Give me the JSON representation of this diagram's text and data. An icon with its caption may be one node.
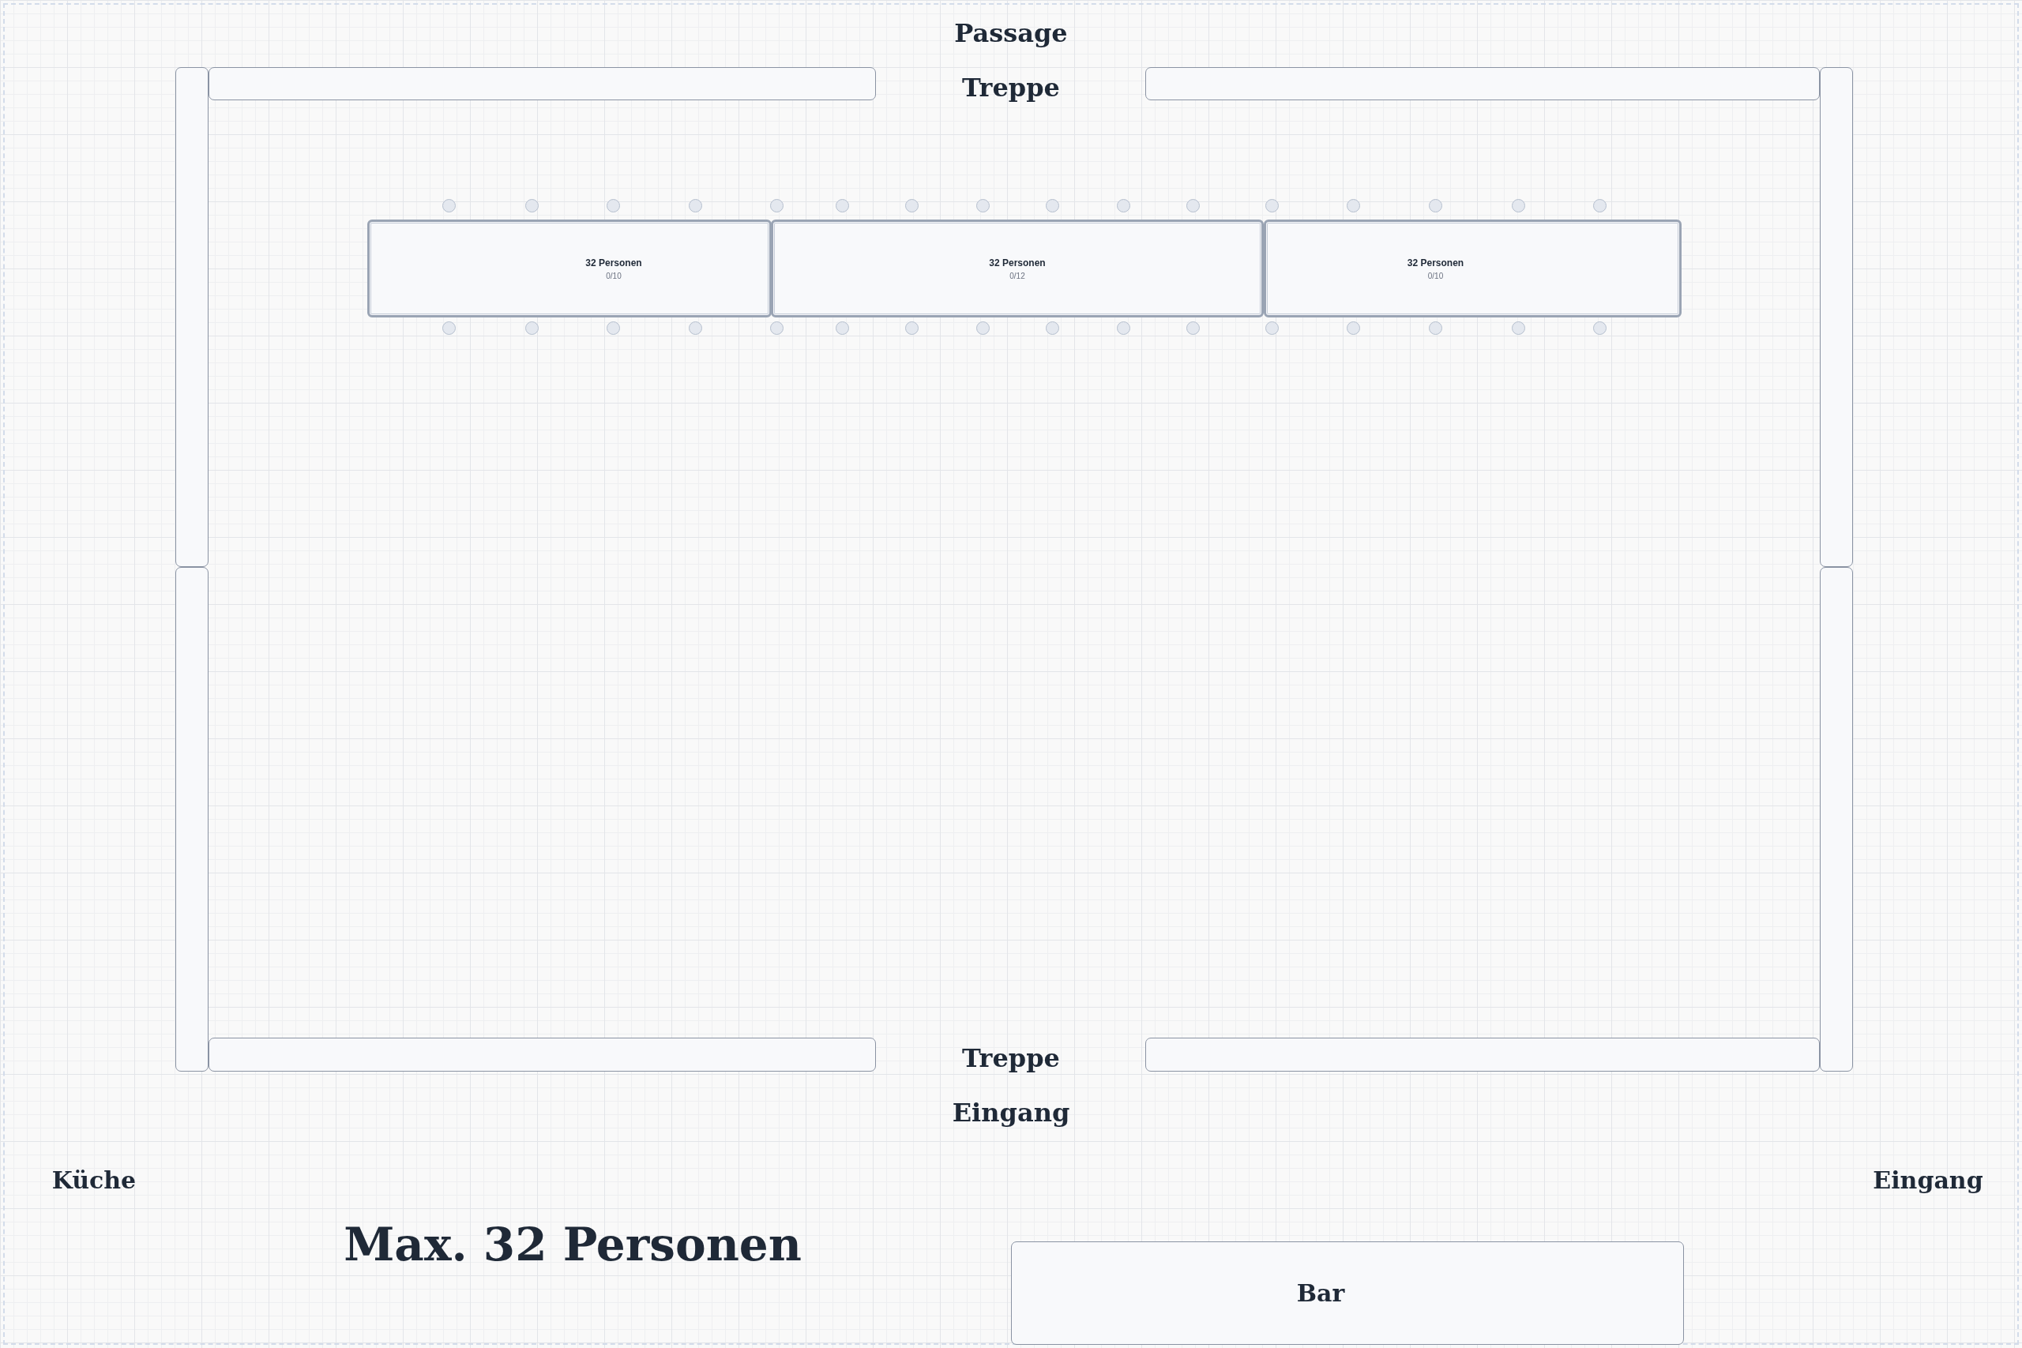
{
  "diagram": {
    "nodes": [
      {
        "text": [],
        "shape": "box"
      },
      {
        "text": [],
        "shape": "box"
      },
      {
        "text": [],
        "shape": "box"
      },
      {
        "text": [],
        "shape": "box"
      },
      {
        "text": [],
        "shape": "box"
      },
      {
        "text": [],
        "shape": "box"
      },
      {
        "text": [],
        "shape": "box"
      },
      {
        "text": [],
        "shape": "box"
      },
      {
        "text": [
          "32 Personen",
          "0/10"
        ]
      },
      {
        "text": [
          "32 Personen",
          "0/12"
        ]
      },
      {
        "text": [
          "32 Personen",
          "0/10"
        ]
      },
      {
        "text": [],
        "shape": "circle"
      },
      {
        "text": [],
        "shape": "circle"
      },
      {
        "text": [],
        "shape": "circle"
      },
      {
        "text": [],
        "shape": "circle"
      },
      {
        "text": [],
        "shape": "circle"
      },
      {
        "text": [],
        "shape": "circle"
      },
      {
        "text": [],
        "shape": "circle"
      },
      {
        "text": [],
        "shape": "circle"
      },
      {
        "text": [],
        "shape": "circle"
      },
      {
        "text": [],
        "shape": "circle"
      },
      {
        "text": [],
        "shape": "circle"
      },
      {
        "text": [],
        "shape": "circle"
      },
      {
        "text": [],
        "shape": "circle"
      },
      {
        "text": [],
        "shape": "circle"
      },
      {
        "text": [],
        "shape": "circle"
      },
      {
        "text": [],
        "shape": "circle"
      },
      {
        "text": [],
        "shape": "circle"
      },
      {
        "text": [],
        "shape": "circle"
      },
      {
        "text": [],
        "shape": "circle"
      },
      {
        "text": [],
        "shape": "circle"
      },
      {
        "text": [],
        "shape": "circle"
      },
      {
        "text": [],
        "shape": "circle"
      },
      {
        "text": [],
        "shape": "circle"
      },
      {
        "text": [],
        "shape": "circle"
      },
      {
        "text": [],
        "shape": "circle"
      },
      {
        "text": [],
        "shape": "circle"
      },
      {
        "text": [],
        "shape": "circle"
      },
      {
        "text": [],
        "shape": "circle"
      },
      {
        "text": [],
        "shape": "circle"
      },
      {
        "text": [],
        "shape": "circle"
      },
      {
        "text": [],
        "shape": "circle"
      },
      {
        "text": [],
        "shape": "circle"
      },
      {
        "text": [
          "Bar"
        ]
      }
    ],
    "labels": [
      "Passage",
      "Treppe",
      "Treppe",
      "Eingang",
      "Küche",
      "Eingang",
      "Max. 32 Personen"
    ]
  }
}
